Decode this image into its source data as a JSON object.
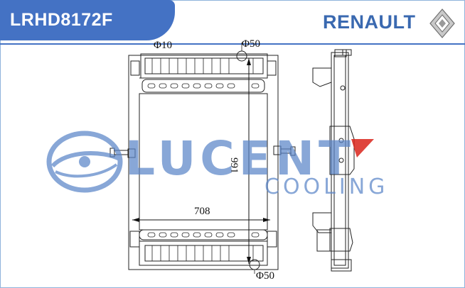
{
  "header": {
    "part_number": "LRHD8172F",
    "brand_name": "RENAULT"
  },
  "drawing": {
    "dim_top_left": "Φ10",
    "dim_top_port": "Φ50",
    "dim_height": "991",
    "dim_width": "708",
    "dim_bottom_port": "Φ50"
  },
  "watermark": {
    "name": "LUCENT",
    "tagline": "COOLING"
  },
  "colors": {
    "accent": "#4472c4",
    "brand_text": "#3a69b0",
    "watermark": "#5b86c8",
    "flag_red": "#d9241b"
  }
}
